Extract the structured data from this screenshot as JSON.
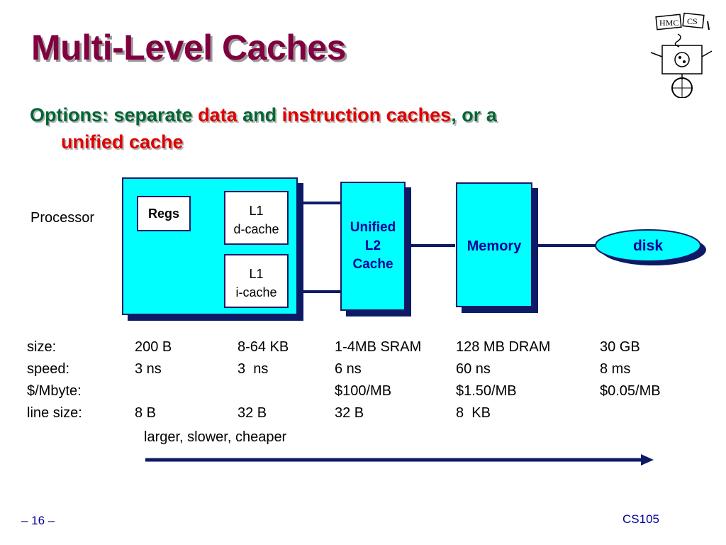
{
  "slide": {
    "title": "Multi-Level Caches",
    "bullet": {
      "prefix": "Options: separate ",
      "data": "data",
      "and": " and ",
      "instruction_caches": "instruction caches",
      "comma_or": ", or a",
      "unified_cache": "unified cache"
    },
    "footer_left": "– 16 –",
    "footer_right": "CS105"
  },
  "diagram": {
    "processor_label": "Processor",
    "regs": "Regs",
    "l1d_line1": "L1",
    "l1d_line2": "d-cache",
    "l1i_line1": "L1",
    "l1i_line2": "i-cache",
    "l2_line1": "Unified",
    "l2_line2": "L2",
    "l2_line3": "Cache",
    "memory": "Memory",
    "disk": "disk",
    "arrow_label": "larger, slower, cheaper"
  },
  "table": {
    "rows": [
      {
        "label": "size:",
        "regs": "200 B",
        "l1": "8-64 KB",
        "l2": "1-4MB SRAM",
        "mem": "128 MB DRAM",
        "disk": "30 GB"
      },
      {
        "label": "speed:",
        "regs": "3 ns",
        "l1": "3  ns",
        "l2": "6 ns",
        "mem": "60 ns",
        "disk": "8 ms"
      },
      {
        "label": "$/Mbyte:",
        "regs": "",
        "l1": "",
        "l2": "$100/MB",
        "mem": "$1.50/MB",
        "disk": "$0.05/MB"
      },
      {
        "label": "line size:",
        "regs": "8 B",
        "l1": "32 B",
        "l2": "32 B",
        "mem": "8  KB",
        "disk": ""
      }
    ]
  },
  "colors": {
    "title": "#800040",
    "bullet_green": "#006633",
    "bullet_red": "#e00000",
    "box_fill": "#00ffff",
    "navy": "#0d1a66"
  }
}
